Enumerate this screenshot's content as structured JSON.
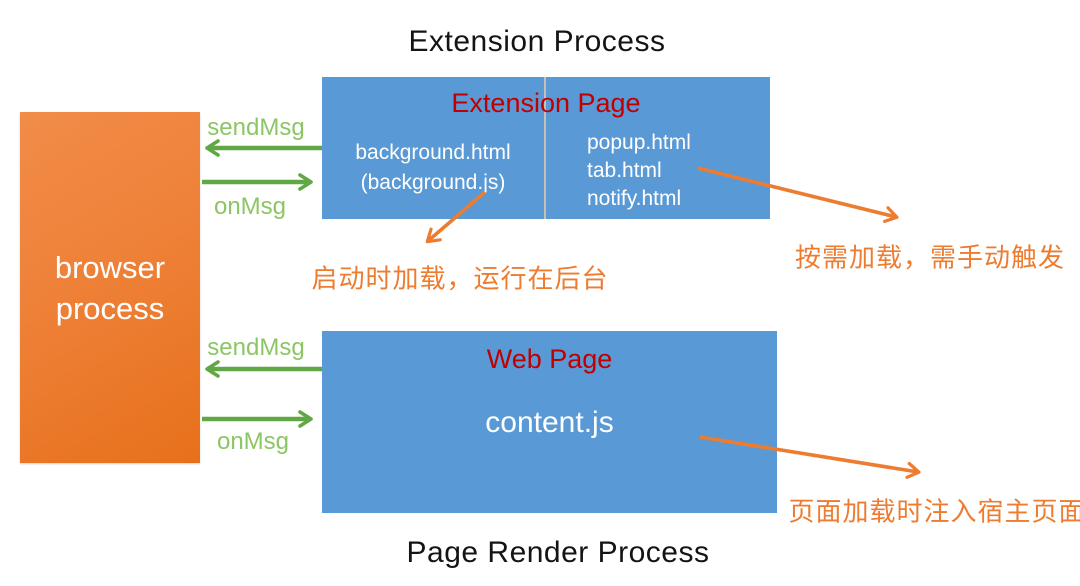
{
  "colors": {
    "box_blue": "#5999D5",
    "box_orange_gradient_start": "#F18C49",
    "box_orange_gradient_end": "#E7701B",
    "box_heading_red": "#C00000",
    "arrow_green": "#61A744",
    "label_green": "#8CC664",
    "annotation_orange": "#ED7C30",
    "title_black": "#141414",
    "divider_gray": "#C9C0B5"
  },
  "titles": {
    "top": "Extension Process",
    "bottom": "Page Render Process"
  },
  "browser_box": {
    "line1": "browser",
    "line2": "process"
  },
  "extension_page": {
    "title": "Extension Page",
    "left_column": {
      "line1": "background.html",
      "line2": "(background.js)"
    },
    "right_column": {
      "items": [
        "popup.html",
        "tab.html",
        "notify.html"
      ]
    }
  },
  "web_page": {
    "title": "Web Page",
    "content": "content.js"
  },
  "message_labels": {
    "send": "sendMsg",
    "on": "onMsg"
  },
  "annotations": {
    "background_note": "启动时加载，运行在后台",
    "popup_note": "按需加载，需手动触发",
    "content_note": "页面加载时注入宿主页面"
  }
}
